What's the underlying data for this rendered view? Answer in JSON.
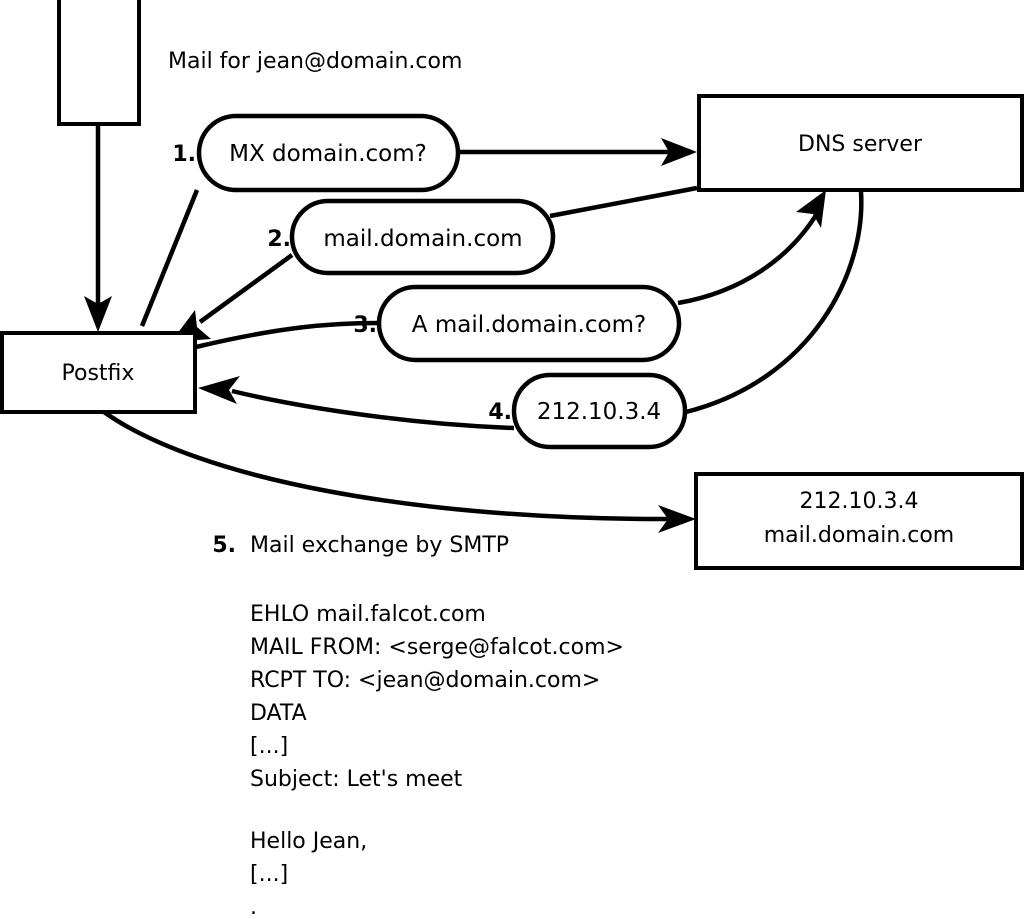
{
  "diagram": {
    "title_note": "Mail for jean@domain.com",
    "nodes": [
      {
        "id": "client",
        "label": ""
      },
      {
        "id": "postfix",
        "label": "Postfix"
      },
      {
        "id": "dns",
        "label": "DNS server"
      },
      {
        "id": "target_line1",
        "label": "212.10.3.4"
      },
      {
        "id": "target_line2",
        "label": "mail.domain.com"
      }
    ],
    "steps": [
      {
        "number": "1.",
        "message": "MX domain.com?"
      },
      {
        "number": "2.",
        "message": "mail.domain.com"
      },
      {
        "number": "3.",
        "message": "A mail.domain.com?"
      },
      {
        "number": "4.",
        "message": "212.10.3.4"
      },
      {
        "number": "5.",
        "message": "Mail exchange by SMTP"
      }
    ],
    "smtp_transcript": [
      "EHLO mail.falcot.com",
      "MAIL FROM: <serge@falcot.com>",
      "RCPT TO: <jean@domain.com>",
      "DATA",
      "[...]",
      "Subject: Let's meet",
      "",
      "Hello Jean,",
      "[...]",
      "."
    ],
    "colors": {
      "stroke": "#000000",
      "fill": "#ffffff",
      "text": "#000000"
    }
  }
}
